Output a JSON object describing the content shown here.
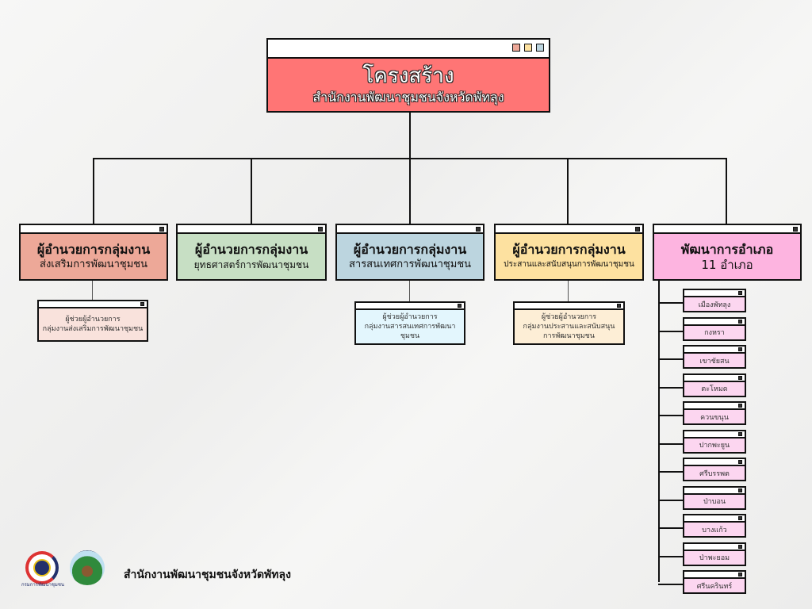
{
  "top": {
    "title": "โครงสร้าง",
    "subtitle": "สำนักงานพัฒนาชุมชนจังหวัดพัทลุง",
    "window_buttons": [
      "#eda898",
      "#fde1a0",
      "#bcd5df"
    ]
  },
  "groups": [
    {
      "title": "ผู้อำนวยการกลุ่มงาน",
      "subtitle": "ส่งเสริมการพัฒนาชุมชน",
      "color": "#eda898",
      "sub": [
        "ผู้ช่วยผู้อำนวยการ",
        "กลุ่มงานส่งเสริมการพัฒนาชุมชน"
      ]
    },
    {
      "title": "ผู้อำนวยการกลุ่มงาน",
      "subtitle": "ยุทธศาสตร์การพัฒนาชุมชน",
      "color": "#c7dfc4"
    },
    {
      "title": "ผู้อำนวยการกลุ่มงาน",
      "subtitle": "สารสนเทศการพัฒนาชุมชน",
      "color": "#bcd5df",
      "sub": [
        "ผู้ช่วยผู้อำนวยการ",
        "กลุ่มงานสารสนเทศการพัฒนาชุมชน"
      ]
    },
    {
      "title": "ผู้อำนวยการกลุ่มงาน",
      "subtitle": "ประสานและสนับสนุนการพัฒนาชุมชน",
      "color": "#fde1a0",
      "sub": [
        "ผู้ช่วยผู้อำนวยการ",
        "กลุ่มงานประสานและสนับสนุน",
        "การพัฒนาชุมชน"
      ]
    },
    {
      "title": "พัฒนาการอำเภอ",
      "subtitle": "11 อำเภอ",
      "color": "#fdb4e0"
    }
  ],
  "districts": [
    "เมืองพัทลุง",
    "กงหรา",
    "เขาชัยสน",
    "ตะโหมด",
    "ควนขนุน",
    "ปากพะยูน",
    "ศรีบรรพต",
    "ป่าบอน",
    "บางแก้ว",
    "ป่าพะยอม",
    "ศรีนครินทร์"
  ],
  "footer": {
    "org": "สำนักงานพัฒนาชุมชนจังหวัดพัทลุง",
    "logo1_text": "กรมการพัฒนาชุมชน"
  }
}
